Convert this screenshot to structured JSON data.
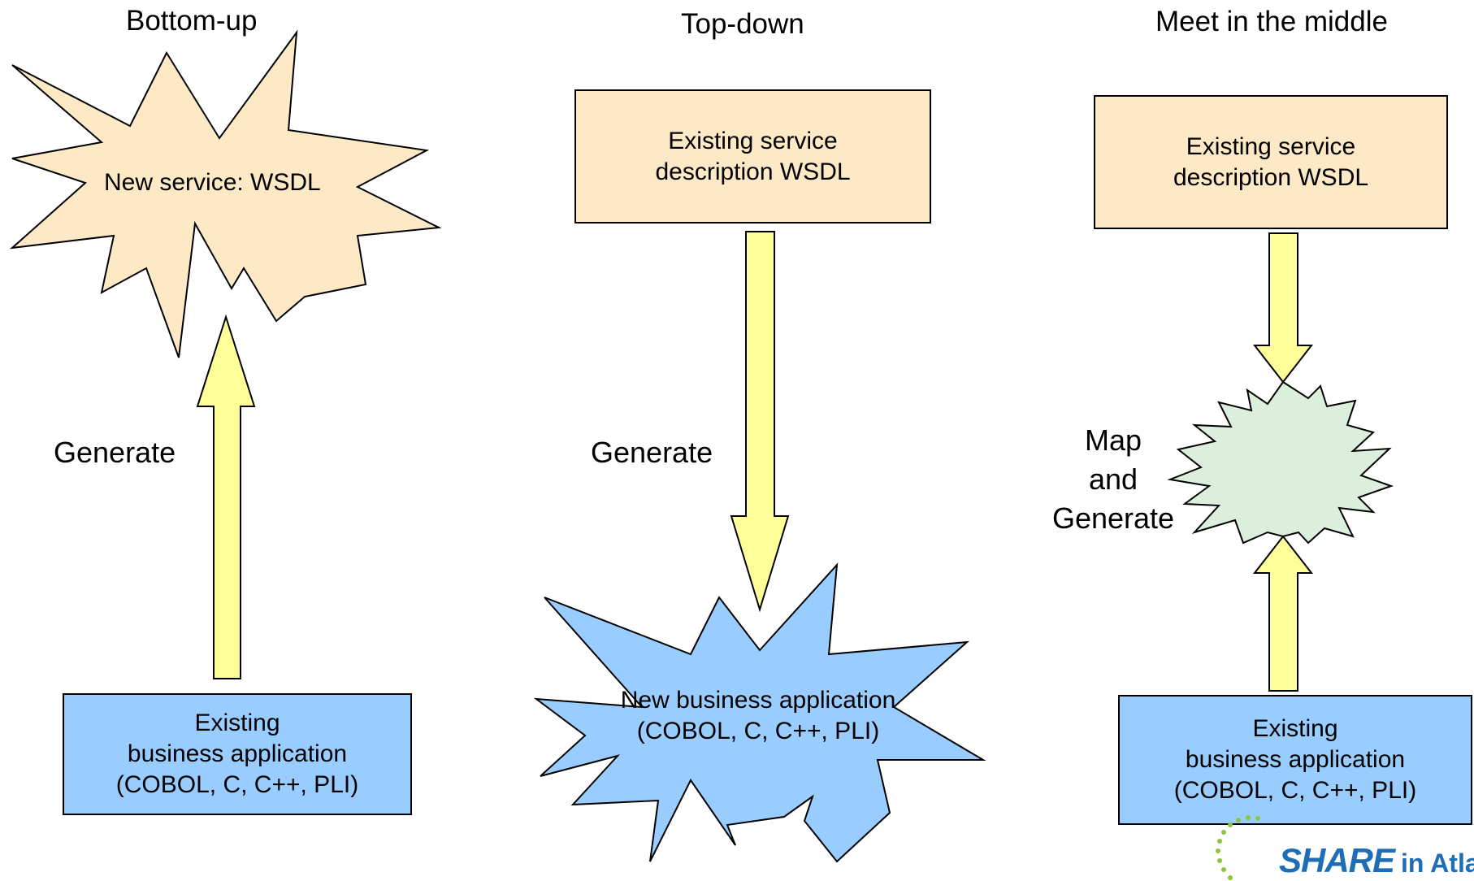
{
  "columns": {
    "bottom_up": {
      "title": "Bottom-up",
      "generate_label": "Generate",
      "star_label": "New service: WSDL",
      "box_lines": [
        "Existing",
        "business application",
        "(COBOL, C, C++, PLI)"
      ]
    },
    "top_down": {
      "title": "Top-down",
      "generate_label": "Generate",
      "box_lines": [
        "Existing service",
        "description WSDL"
      ],
      "star_lines": [
        "New business application",
        "(COBOL, C, C++, PLI)"
      ]
    },
    "meet_middle": {
      "title": "Meet in the middle",
      "box_lines": [
        "Existing service",
        "description WSDL"
      ],
      "map_lines": [
        "Map",
        "and",
        "Generate"
      ],
      "bottom_box_lines": [
        "Existing",
        "business application",
        "(COBOL, C, C++, PLI)"
      ]
    }
  },
  "logo": {
    "brand": "SHARE",
    "suffix": "in Atlanta"
  },
  "colors": {
    "tan_fill": "#fde9c5",
    "blue_fill": "#99ccff",
    "arrow_fill": "#ffff99",
    "map_star_fill": "#dcefdc",
    "logo_blue": "#1f6db5",
    "logo_green": "#8cc63f"
  }
}
